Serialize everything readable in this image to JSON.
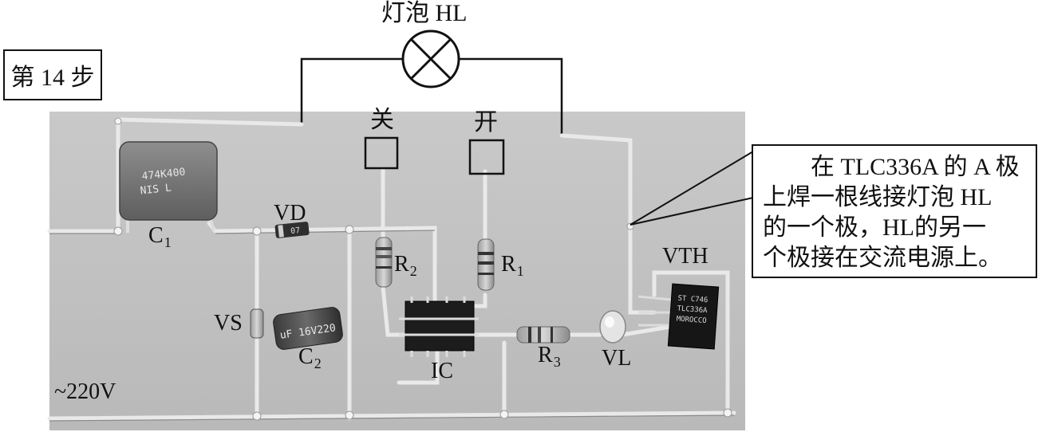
{
  "step_label": "第 14 步",
  "lamp": {
    "label": "灯泡 HL"
  },
  "switches": {
    "off_label": "关",
    "on_label": "开"
  },
  "components": {
    "c1": {
      "name": "C",
      "sub": "1",
      "marking_1": "474K400",
      "marking_2": "NIS L"
    },
    "vd": {
      "name": "VD",
      "marking": "07"
    },
    "r2": {
      "name": "R",
      "sub": "2"
    },
    "r1": {
      "name": "R",
      "sub": "1"
    },
    "r3": {
      "name": "R",
      "sub": "3"
    },
    "vs": {
      "name": "VS"
    },
    "c2": {
      "name": "C",
      "sub": "2",
      "marking": "uF 16V220"
    },
    "ic": {
      "name": "IC"
    },
    "vl": {
      "name": "VL"
    },
    "vth": {
      "name": "VTH",
      "marking_1": "ST C746",
      "marking_2": "TLC336A",
      "marking_3": "MOROCCO"
    }
  },
  "mains_label": "~220V",
  "callout": {
    "lines": [
      "在 TLC336A 的 A 极",
      "上焊一根线接灯泡 HL",
      "的一个极，HL的另一",
      "个极接在交流电源上。"
    ]
  }
}
